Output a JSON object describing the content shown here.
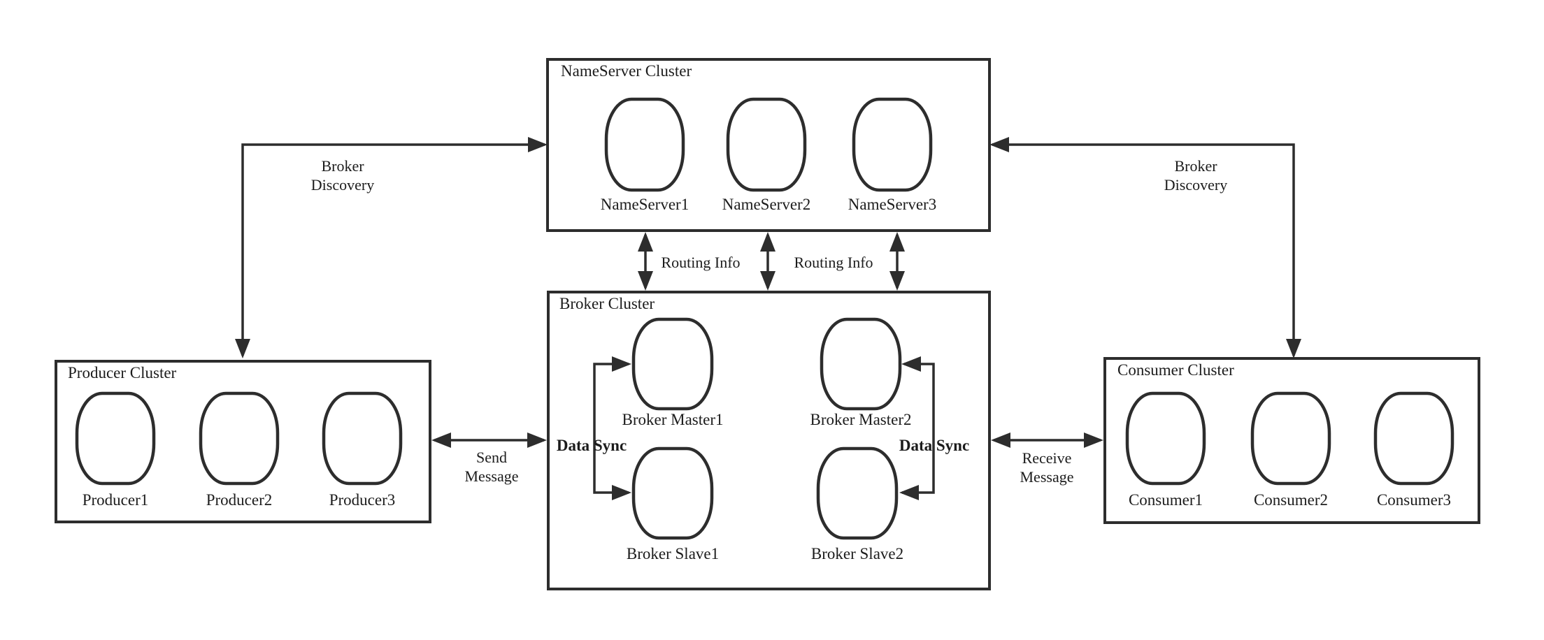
{
  "colors": {
    "background": "#ffffff",
    "line_stroke": "#2d2d2d",
    "text": "#1c1c1c"
  },
  "clusters": {
    "nameserver": {
      "title": "NameServer Cluster",
      "nodes": [
        "NameServer1",
        "NameServer2",
        "NameServer3"
      ]
    },
    "broker": {
      "title": "Broker Cluster",
      "masters": [
        "Broker Master1",
        "Broker Master2"
      ],
      "slaves": [
        "Broker Slave1",
        "Broker Slave2"
      ]
    },
    "producer": {
      "title": "Producer Cluster",
      "nodes": [
        "Producer1",
        "Producer2",
        "Producer3"
      ]
    },
    "consumer": {
      "title": "Consumer Cluster",
      "nodes": [
        "Consumer1",
        "Consumer2",
        "Consumer3"
      ]
    }
  },
  "edges": {
    "broker_discovery_left": {
      "lines": [
        "Broker",
        "Discovery"
      ]
    },
    "broker_discovery_right": {
      "lines": [
        "Broker",
        "Discovery"
      ]
    },
    "routing_info_1": {
      "label": "Routing Info"
    },
    "routing_info_2": {
      "label": "Routing Info"
    },
    "send_message": {
      "lines": [
        "Send",
        "Message"
      ]
    },
    "receive_message": {
      "lines": [
        "Receive",
        "Message"
      ]
    },
    "data_sync_left": {
      "label": "Data Sync"
    },
    "data_sync_right": {
      "label": "Data Sync"
    }
  }
}
